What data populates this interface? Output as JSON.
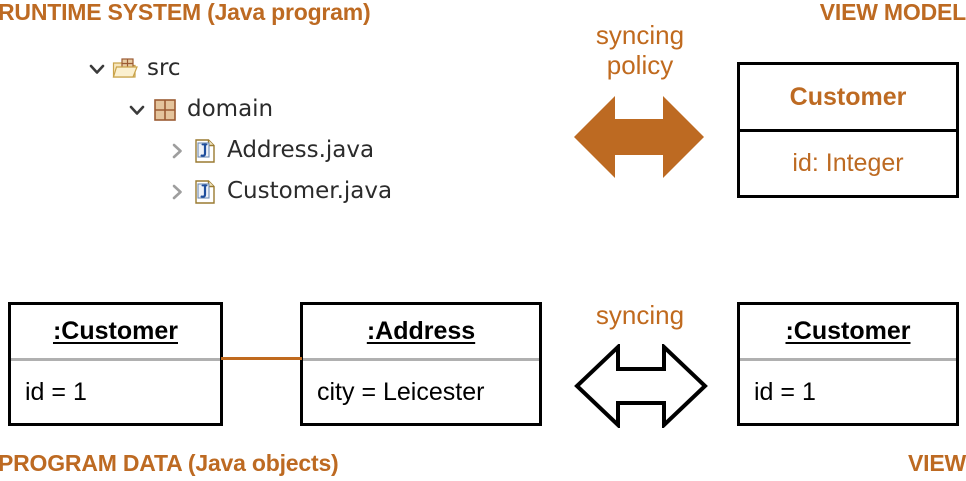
{
  "diagram": {
    "title": "Runtime system / view model syncing diagram",
    "accent_color": "#bd6a22",
    "link_color": "#c06a1e",
    "outline_color": "#000000",
    "separator_gray": "#b0b0b0"
  },
  "labels": {
    "runtime_system": "RUNTIME SYSTEM (Java program)",
    "view_model": "VIEW MODEL",
    "program_data": "PROGRAM DATA (Java objects)",
    "view": "VIEW"
  },
  "tree": {
    "items": [
      {
        "label": "src",
        "icon": "folder-open-package-icon",
        "twisty": "chevron-down-icon",
        "indent": 0
      },
      {
        "label": "domain",
        "icon": "package-grid-icon",
        "twisty": "chevron-down-icon",
        "indent": 1
      },
      {
        "label": "Address.java",
        "icon": "java-file-icon",
        "twisty": "chevron-right-icon",
        "indent": 2
      },
      {
        "label": "Customer.java",
        "icon": "java-file-icon",
        "twisty": "chevron-right-icon",
        "indent": 2
      }
    ]
  },
  "boxes": {
    "customer_object": {
      "title": ":Customer",
      "attribute": "id = 1"
    },
    "address_object": {
      "title": ":Address",
      "attribute": "city = Leicester"
    },
    "view_object": {
      "title": ":Customer",
      "attribute": "id = 1"
    },
    "view_model_class": {
      "title": "Customer",
      "attribute": "id: Integer"
    }
  },
  "arrows": {
    "top": {
      "caption_line1": "syncing",
      "caption_line2": "policy",
      "style": "filled-double-headed",
      "name": "syncing-policy-arrow"
    },
    "bottom": {
      "caption_line1": "syncing",
      "caption_line2": "",
      "style": "hollow-double-headed",
      "name": "syncing-arrow"
    }
  },
  "association": {
    "name": "customer-address-link"
  }
}
